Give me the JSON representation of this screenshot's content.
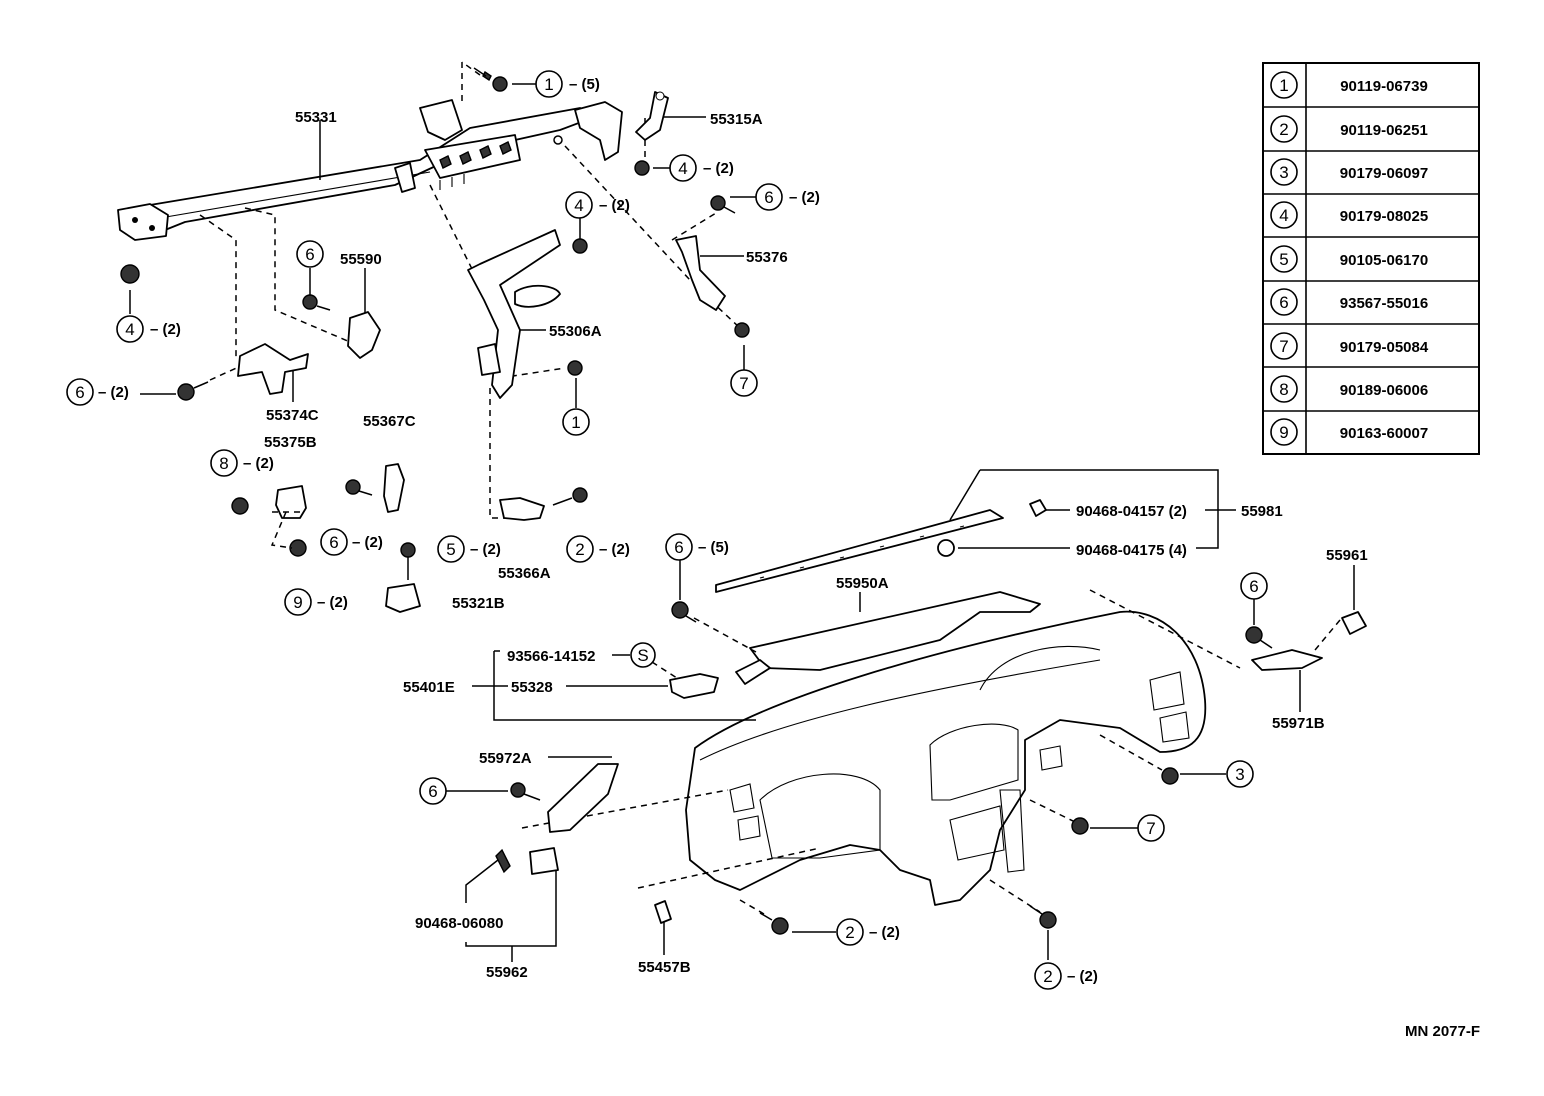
{
  "parts_table": [
    {
      "ref": "1",
      "part_no": "90119-06739"
    },
    {
      "ref": "2",
      "part_no": "90119-06251"
    },
    {
      "ref": "3",
      "part_no": "90179-06097"
    },
    {
      "ref": "4",
      "part_no": "90179-08025"
    },
    {
      "ref": "5",
      "part_no": "90105-06170"
    },
    {
      "ref": "6",
      "part_no": "93567-55016"
    },
    {
      "ref": "7",
      "part_no": "90179-05084"
    },
    {
      "ref": "8",
      "part_no": "90189-06006"
    },
    {
      "ref": "9",
      "part_no": "90163-60007"
    }
  ],
  "part_labels": {
    "p55331": "55331",
    "p55315A": "55315A",
    "p55376": "55376",
    "p55590": "55590",
    "p55306A": "55306A",
    "p55374C": "55374C",
    "p55367C": "55367C",
    "p55375B": "55375B",
    "p55366A": "55366A",
    "p55321B": "55321B",
    "p55981": "55981",
    "p90468_04157": "90468-04157 (2)",
    "p90468_04175": "90468-04175 (4)",
    "p55950A": "55950A",
    "p55961": "55961",
    "p93566_14152": "93566-14152",
    "p55401E": "55401E",
    "p55328": "55328",
    "p55971B": "55971B",
    "p55972A": "55972A",
    "p90468_06080": "90468-06080",
    "p55962": "55962",
    "p55457B": "55457B"
  },
  "callouts": {
    "c1_top": {
      "ref": "1",
      "qty": "– (5)"
    },
    "c4_top": {
      "ref": "4",
      "qty": "– (2)"
    },
    "c6_top": {
      "ref": "6",
      "qty": "– (2)"
    },
    "c4_mid": {
      "ref": "4",
      "qty": "– (2)"
    },
    "c4_left": {
      "ref": "4",
      "qty": "– (2)"
    },
    "c6_55590": {
      "ref": "6",
      "qty": ""
    },
    "c6_left": {
      "ref": "6",
      "qty": "– (2)"
    },
    "c1_mid": {
      "ref": "1",
      "qty": ""
    },
    "c7_top": {
      "ref": "7",
      "qty": ""
    },
    "c8": {
      "ref": "8",
      "qty": "– (2)"
    },
    "c6_55367": {
      "ref": "6",
      "qty": "– (2)"
    },
    "c5": {
      "ref": "5",
      "qty": "– (2)"
    },
    "c2_55366": {
      "ref": "2",
      "qty": "– (2)"
    },
    "c9": {
      "ref": "9",
      "qty": "– (2)"
    },
    "c6_55950": {
      "ref": "6",
      "qty": "– (5)"
    },
    "c6_right": {
      "ref": "6",
      "qty": ""
    },
    "s_mark": {
      "ref": "S",
      "qty": ""
    },
    "c3": {
      "ref": "3",
      "qty": ""
    },
    "c7_bottom": {
      "ref": "7",
      "qty": ""
    },
    "c6_55972": {
      "ref": "6",
      "qty": ""
    },
    "c2_bottom": {
      "ref": "2",
      "qty": "– (2)"
    },
    "c2_right": {
      "ref": "2",
      "qty": "– (2)"
    }
  },
  "footer_code": "MN  2077-F"
}
